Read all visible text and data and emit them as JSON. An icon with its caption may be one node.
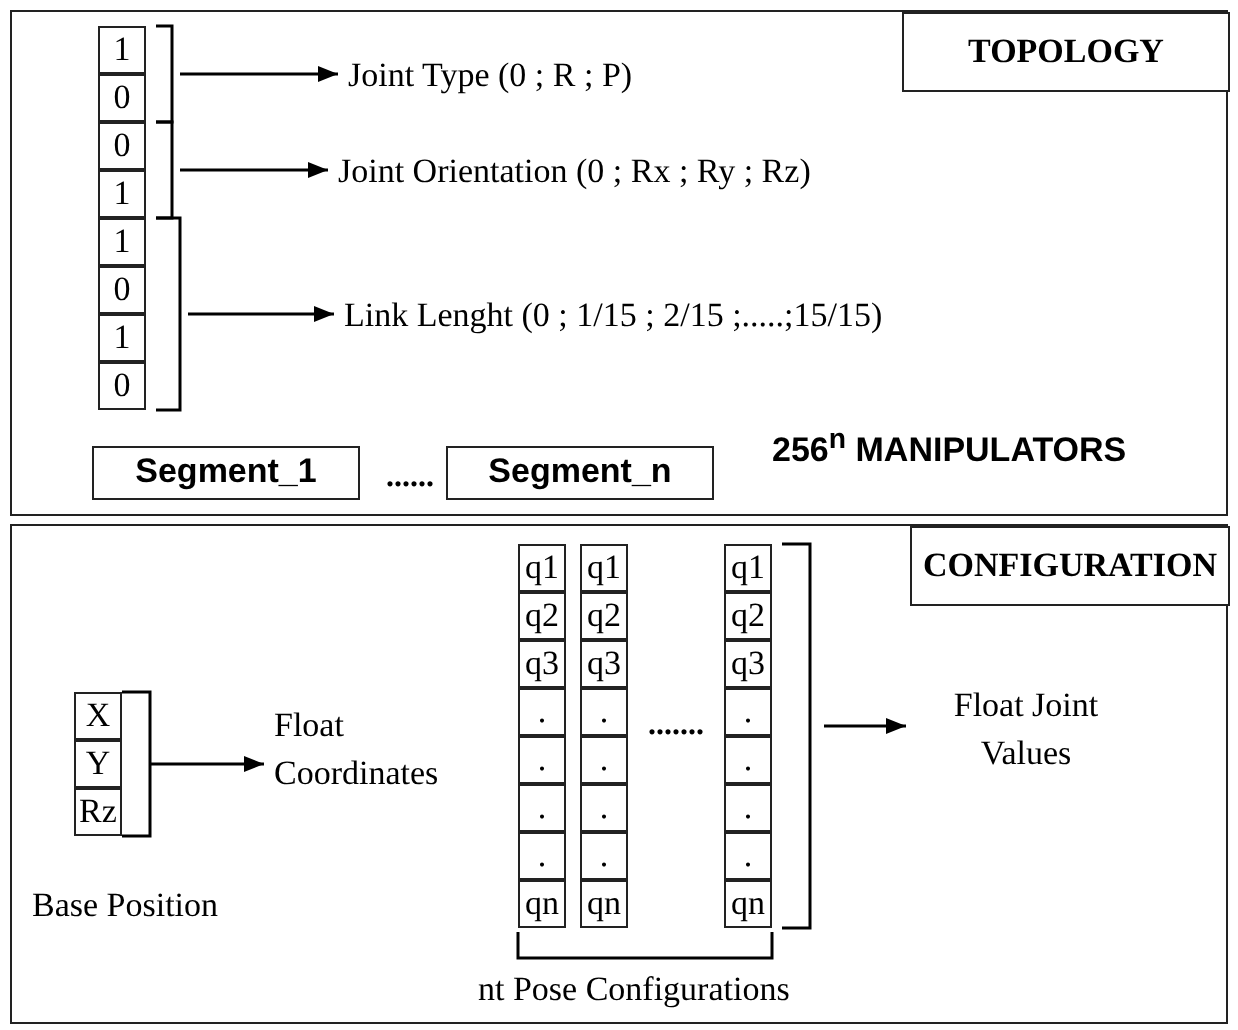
{
  "diagram": {
    "nodes": [
      {
        "text": [
          "TOPOLOGY"
        ]
      },
      {
        "text": [
          "1"
        ],
        "in": 0
      },
      {
        "text": [
          "0"
        ],
        "in": 0
      },
      {
        "text": [
          "0"
        ],
        "in": 0
      },
      {
        "text": [
          "1"
        ],
        "in": 0
      },
      {
        "text": [
          "1"
        ],
        "in": 0
      },
      {
        "text": [
          "0"
        ],
        "in": 0
      },
      {
        "text": [
          "1"
        ],
        "in": 0
      },
      {
        "text": [
          "0"
        ],
        "in": 0
      },
      {
        "text": [
          "Joint Type (0 ; R ; P)"
        ],
        "in": 0
      },
      {
        "text": [
          "Joint Orientation (0 ; Rx ; Ry ; Rz)"
        ],
        "in": 0
      },
      {
        "text": [
          "Link Lenght (0 ; 1/15 ; 2/15 ;.....;15/15)"
        ],
        "in": 0
      },
      {
        "text": [
          "Segment_1"
        ],
        "in": 0
      },
      {
        "text": [
          "Segment_n"
        ],
        "in": 0
      },
      {
        "text": [
          "CONFIGURATION"
        ]
      },
      {
        "text": [
          "X"
        ],
        "in": 14
      },
      {
        "text": [
          "Y"
        ],
        "in": 14
      },
      {
        "text": [
          "Rz"
        ],
        "in": 14
      },
      {
        "text": [
          "Float Coordinates"
        ],
        "in": 14
      },
      {
        "text": [
          "q1"
        ],
        "in": 14
      },
      {
        "text": [
          "q2"
        ],
        "in": 14
      },
      {
        "text": [
          "q3"
        ],
        "in": 14
      },
      {
        "text": [
          "."
        ],
        "in": 14
      },
      {
        "text": [
          "."
        ],
        "in": 14
      },
      {
        "text": [
          "."
        ],
        "in": 14
      },
      {
        "text": [
          "."
        ],
        "in": 14
      },
      {
        "text": [
          "qn"
        ],
        "in": 14
      },
      {
        "text": [
          "q1"
        ],
        "in": 14
      },
      {
        "text": [
          "q2"
        ],
        "in": 14
      },
      {
        "text": [
          "q3"
        ],
        "in": 14
      },
      {
        "text": [
          "."
        ],
        "in": 14
      },
      {
        "text": [
          "."
        ],
        "in": 14
      },
      {
        "text": [
          "."
        ],
        "in": 14
      },
      {
        "text": [
          "."
        ],
        "in": 14
      },
      {
        "text": [
          "qn"
        ],
        "in": 14
      },
      {
        "text": [
          "q1"
        ],
        "in": 14
      },
      {
        "text": [
          "q2"
        ],
        "in": 14
      },
      {
        "text": [
          "q3"
        ],
        "in": 14
      },
      {
        "text": [
          "."
        ],
        "in": 14
      },
      {
        "text": [
          "."
        ],
        "in": 14
      },
      {
        "text": [
          "."
        ],
        "in": 14
      },
      {
        "text": [
          "."
        ],
        "in": 14
      },
      {
        "text": [
          "qn"
        ],
        "in": 14
      },
      {
        "text": [
          "Float Joint Values"
        ],
        "in": 14
      }
    ],
    "edges": [
      {
        "from": null,
        "to": 9,
        "arrow": "to"
      },
      {
        "from": null,
        "to": 10,
        "arrow": "to"
      },
      {
        "from": null,
        "to": 11,
        "arrow": "to"
      },
      {
        "from": null,
        "to": 18,
        "arrow": "to"
      },
      {
        "from": null,
        "to": 43,
        "arrow": "to"
      }
    ],
    "labels": [
      "......",
      "256$^{n}$ MANIPULATORS",
      "Base Position",
      ".......",
      "nt Pose Configurations"
    ]
  }
}
